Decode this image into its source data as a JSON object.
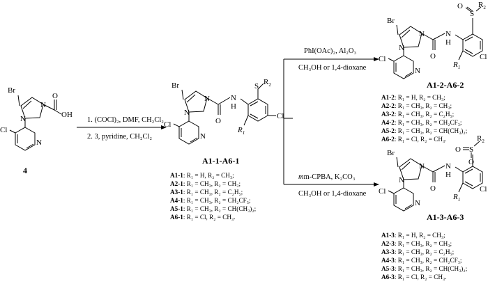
{
  "starting_material": {
    "number": "4"
  },
  "atoms": {
    "br": "Br",
    "n": "N",
    "cl": "Cl",
    "o": "O",
    "oh": "OH",
    "nh": "N",
    "h": "H",
    "s": "S",
    "r1": "R",
    "r1_sub": "1",
    "r2": "R",
    "r2_sub": "2"
  },
  "step1": {
    "line1": "1. (COCl)₂, DMF, CH₂Cl₂",
    "line2": "2. 3, pyridine, CH₂Cl₂"
  },
  "sulfide": {
    "label": "A1-1-A6-1",
    "list": [
      {
        "id": "A1-1",
        "text": ": R₁ = H, R₂ = CH₃;"
      },
      {
        "id": "A2-1",
        "text": ": R₁ = CH₃, R₂ = CH₃;"
      },
      {
        "id": "A3-1",
        "text": ": R₁ = CH₃, R₂ = C₂H₅;"
      },
      {
        "id": "A4-1",
        "text": ": R₁ = CH₃, R₂ = CH₂CF₃;"
      },
      {
        "id": "A5-1",
        "text": ": R₁ = CH₃, R₂ = CH(CH₃)₂;"
      },
      {
        "id": "A6-1",
        "text": ": R₁ = Cl, R₂ = CH₃."
      }
    ]
  },
  "oxidation_top": {
    "line1": "PhI(OAc)₂, Al₂O₃",
    "line2": "CH₃OH or 1,4-dioxane"
  },
  "sulfoxide": {
    "label": "A1-2-A6-2",
    "list": [
      {
        "id": "A1-2",
        "text": ": R₁ = H, R₂ = CH₃;"
      },
      {
        "id": "A2-2",
        "text": ": R₁ = CH₃, R₂ = CH₃;"
      },
      {
        "id": "A3-2",
        "text": ": R₁ = CH₃, R₂ = C₂H₅;"
      },
      {
        "id": "A4-2",
        "text": ": R₁ = CH₃, R₂ = CH₂CF₃;"
      },
      {
        "id": "A5-2",
        "text": ": R₁ = CH₃, R₂ = CH(CH₃)₂;"
      },
      {
        "id": "A6-2",
        "text": ": R₁ = Cl, R₂ = CH₃."
      }
    ]
  },
  "oxidation_bottom": {
    "line1": "m-CPBA, K₂CO₃",
    "line2": "CH₃OH or 1,4-dioxane"
  },
  "sulfone": {
    "label": "A1-3-A6-3",
    "list": [
      {
        "id": "A1-3",
        "text": ": R₁ = H, R₂ = CH₃;"
      },
      {
        "id": "A2-3",
        "text": ": R₁ = CH₃, R₂ = CH₃;"
      },
      {
        "id": "A3-3",
        "text": ": R₁ = CH₃, R₂ = C₂H₅;"
      },
      {
        "id": "A4-3",
        "text": ": R₁ = CH₃, R₂ = CH₂CF₃;"
      },
      {
        "id": "A5-3",
        "text": ": R₁ = CH₃, R₂ = CH(CH₃)₂;"
      },
      {
        "id": "A6-3",
        "text": ": R₁ = Cl, R₂ = CH₃."
      }
    ]
  }
}
